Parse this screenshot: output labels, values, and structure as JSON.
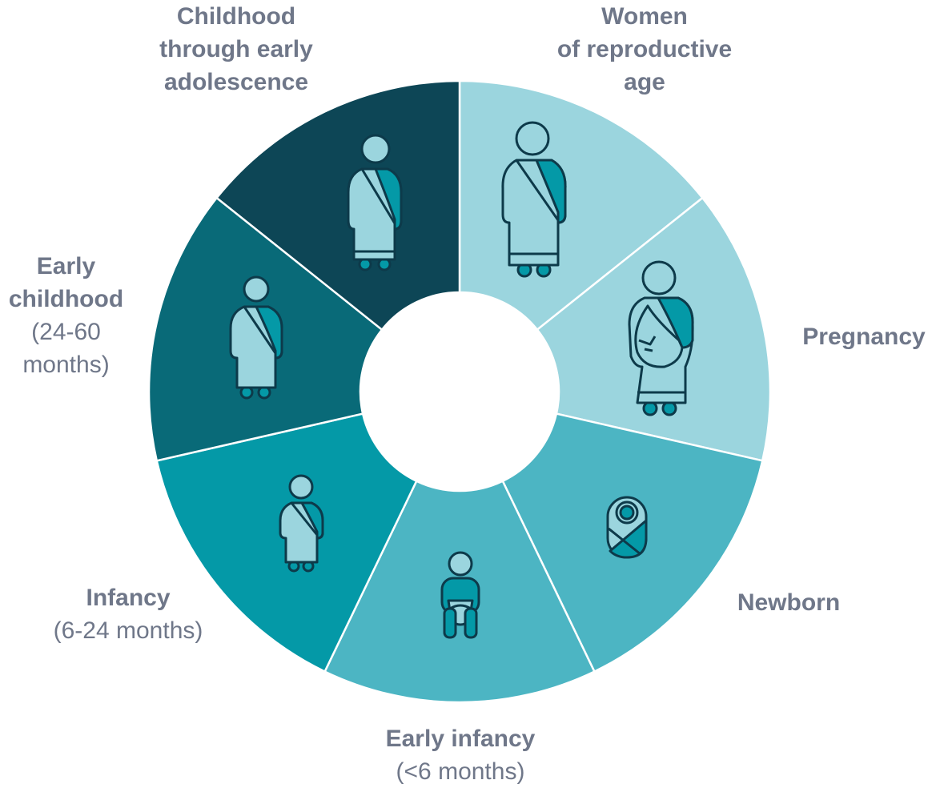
{
  "colors": {
    "dark_navy": "#0d4656",
    "dark_teal": "#096a78",
    "teal": "#0499a7",
    "mid_teal": "#4cb5c3",
    "light_teal": "#9bd5de",
    "figure_light": "#9bd5de",
    "figure_mid": "#0499a7",
    "outline": "#0d3a4a",
    "label_text": "#6f7789"
  },
  "segments": [
    {
      "id": "women",
      "title": "Women\nof reproductive\nage",
      "subtitle": "",
      "fill": "#9bd5de",
      "icon": "adult-woman-icon"
    },
    {
      "id": "pregnancy",
      "title": "Pregnancy",
      "subtitle": "",
      "fill": "#9bd5de",
      "icon": "pregnant-woman-icon"
    },
    {
      "id": "newborn",
      "title": "Newborn",
      "subtitle": "",
      "fill": "#4cb5c3",
      "icon": "swaddled-newborn-icon"
    },
    {
      "id": "early-infancy",
      "title": "Early infancy",
      "subtitle": "(<6 months)",
      "fill": "#4cb5c3",
      "icon": "seated-baby-icon"
    },
    {
      "id": "infancy",
      "title": "Infancy",
      "subtitle": "(6-24 months)",
      "fill": "#0499a7",
      "icon": "toddler-icon"
    },
    {
      "id": "early-childhood",
      "title": "Early\nchildhood",
      "subtitle": "(24-60\nmonths)",
      "fill": "#096a78",
      "icon": "young-child-icon"
    },
    {
      "id": "childhood",
      "title": "Childhood\nthrough early\nadolescence",
      "subtitle": "",
      "fill": "#0d4656",
      "icon": "older-child-icon"
    }
  ]
}
